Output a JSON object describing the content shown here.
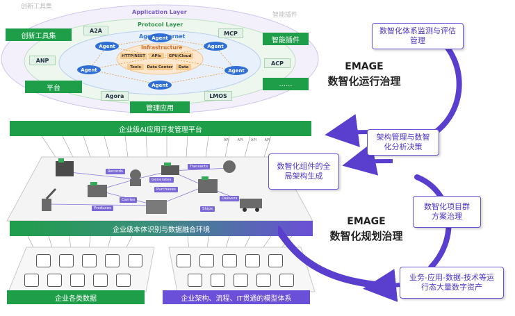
{
  "top_labels": {
    "left": "创新工具集",
    "right": "智能插件"
  },
  "layers": {
    "application": "Application Layer",
    "protocol": "Protocol Layer",
    "agent_internet": "Agent Internet",
    "infrastructure": "Infrastructure"
  },
  "side_boxes": {
    "innovation_tools": "创新工具集",
    "platform": "平台",
    "management_apps": "管理应用",
    "smart_plugins": "智能插件",
    "more": "......"
  },
  "protocol_chips": {
    "a2a": "A2A",
    "mcp": "MCP",
    "anp": "ANP",
    "acp": "ACP",
    "agora": "Agora",
    "lmos": "LMOS"
  },
  "agent_label": "Agent",
  "infra_items": {
    "apis_rest": "HTTP/REST",
    "apis": "APIs",
    "gpu": "GPU/Cloud",
    "tools": "Tools",
    "datacenter": "Data Center",
    "data": "Data"
  },
  "platform_bar": "企业级AI应用开发管理平台",
  "api_tags": [
    "API",
    "API",
    "API",
    "API"
  ],
  "ontology": {
    "records": "Records",
    "transacts": "Transacts",
    "generates": "Generates",
    "purchases": "Purchases",
    "carries": "Carries",
    "delivers": "Delivers",
    "produces": "Produces",
    "ships": "Ships"
  },
  "ontology_bar": "企业级本体识别与数据融合环境",
  "data_bar": "企业各类数据",
  "model_bar": "企业架构、流程、IT贯通的模型体系",
  "right_boxes": {
    "monitor": "数智化体系监测与评估管理",
    "arch_mgmt": "架构管理与数智化分析决策",
    "global_arch": "数智化组件的全局架构生成",
    "project": "数智化项目群方案治理",
    "assets": "业务-应用-数据-技术等运行态大量数字资产"
  },
  "emage_top": {
    "title": "EMAGE",
    "subtitle": "数智化运行治理"
  },
  "emage_bottom": {
    "title": "EMAGE",
    "subtitle": "数智化规划治理"
  },
  "colors": {
    "green": "#1f9e4a",
    "purple": "#6a4fd8",
    "blue": "#2f6fd6",
    "orange": "#f6c98d"
  }
}
